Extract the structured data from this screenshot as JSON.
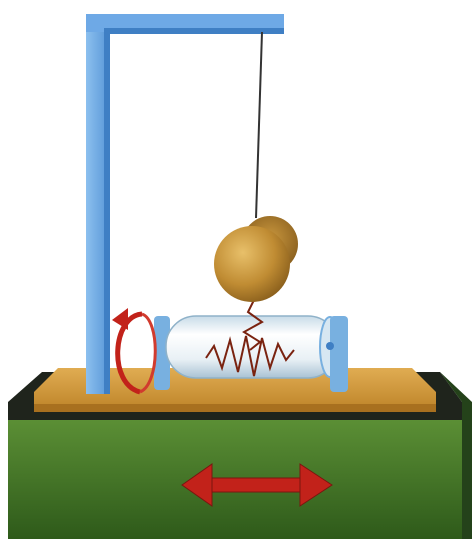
{
  "figure": {
    "subject": "seismometer-model",
    "components": [
      "ground-block",
      "wooden-base-plate",
      "support-frame",
      "suspension-string",
      "pendulum-mass",
      "recording-drum",
      "pen-stylus",
      "rotation-arrow",
      "ground-motion-arrow"
    ]
  },
  "colors": {
    "frame": "#6ea9e6",
    "frame_shade": "#3f7fc4",
    "base_plate": "#d39b3e",
    "base_edge": "#a8701f",
    "ground_top": "#1f241c",
    "ground_front": "#4f7f2e",
    "ground_dark": "#2f5a1c",
    "mass": "#c89535",
    "mass_shadow": "#8a5f1c",
    "drum_body": "#e6eff5",
    "drum_caps": "#78b0e0",
    "trace": "#7a2310",
    "arrow_red": "#c2221a",
    "string": "#333333"
  }
}
